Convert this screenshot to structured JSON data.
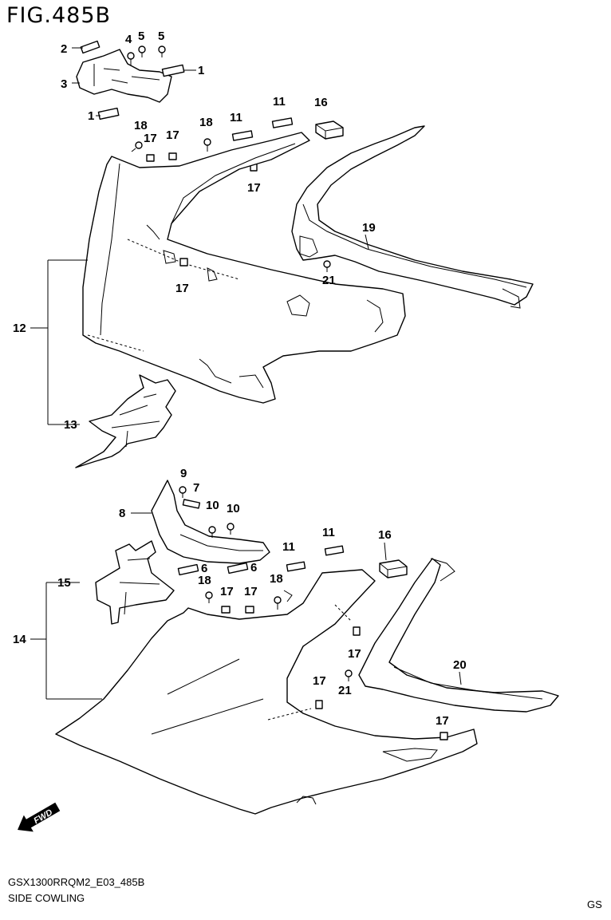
{
  "figure": {
    "title": "FIG.485B",
    "model_code": "GSX1300RRQM2_E03_485B",
    "name": "SIDE COWLING",
    "region_code": "GS"
  },
  "fwd_arrow": {
    "label": "FWD",
    "icon": "forward-arrow-icon"
  },
  "callouts": {
    "c1a": "1",
    "c1b": "1",
    "c2": "2",
    "c3": "3",
    "c4": "4",
    "c5a": "5",
    "c5b": "5",
    "c6a": "6",
    "c6b": "6",
    "c7": "7",
    "c8": "8",
    "c9": "9",
    "c10a": "10",
    "c10b": "10",
    "c11a": "11",
    "c11b": "11",
    "c11c": "11",
    "c11d": "11",
    "c12": "12",
    "c13": "13",
    "c14": "14",
    "c15": "15",
    "c16a": "16",
    "c16b": "16",
    "c17a": "17",
    "c17b": "17",
    "c17c": "17",
    "c17d": "17",
    "c17e": "17",
    "c17f": "17",
    "c17g": "17",
    "c17h": "17",
    "c17i": "17",
    "c18a": "18",
    "c18b": "18",
    "c18c": "18",
    "c19": "19",
    "c20": "20",
    "c21a": "21",
    "c21b": "21"
  }
}
